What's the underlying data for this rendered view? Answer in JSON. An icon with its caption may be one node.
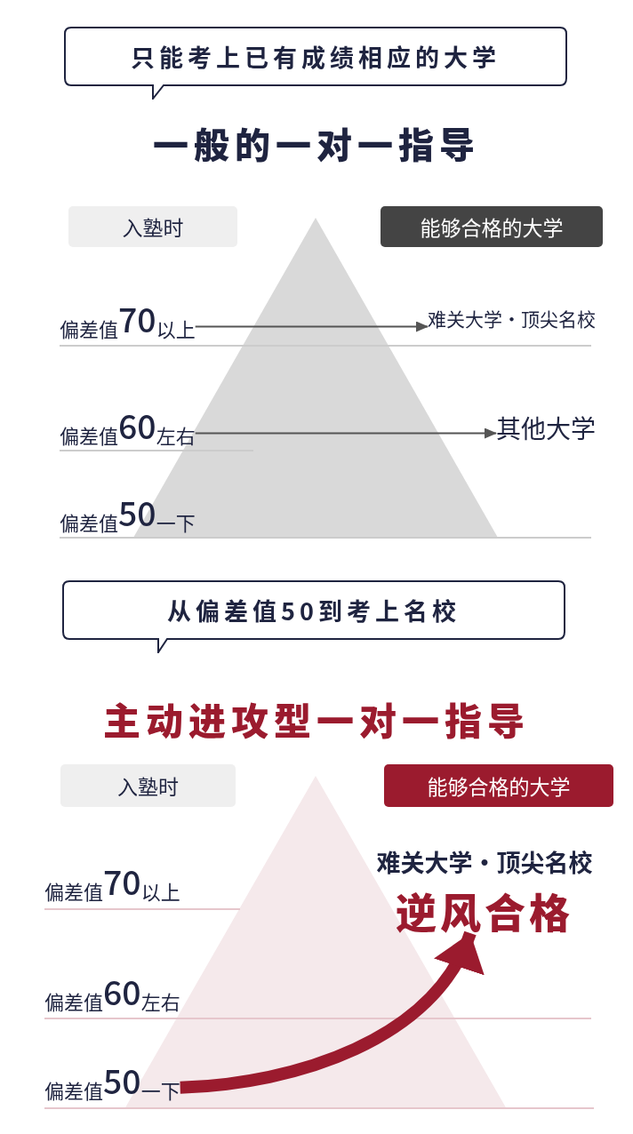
{
  "diagram": {
    "nodes": [
      {
        "text": [
          "只能考上已有成绩相应的大学"
        ]
      },
      {
        "text": [
          "入塾时"
        ]
      },
      {
        "text": [
          "能够合格的大学"
        ]
      },
      {
        "text": [
          "偏差值70以上"
        ]
      },
      {
        "text": [
          "难关大学・顶尖名校"
        ]
      },
      {
        "text": [
          "偏差值60左右"
        ]
      },
      {
        "text": [
          "其他大学"
        ]
      },
      {
        "text": [
          "从偏差值50到考上名校"
        ]
      },
      {
        "text": [
          "入塾时"
        ]
      },
      {
        "text": [
          "能够合格的大学"
        ]
      },
      {
        "text": [
          "偏差值50一下"
        ]
      },
      {
        "text": [
          "难关大学・顶尖名校",
          "逆风合格"
        ]
      }
    ],
    "edges": [
      {
        "from": 3,
        "to": 4,
        "arrow": "to"
      },
      {
        "from": 5,
        "to": 6,
        "arrow": "to"
      },
      {
        "from": 10,
        "to": 11,
        "arrow": "to",
        "style": "thick",
        "color": "#9b1b2e"
      }
    ],
    "labels": [
      "一般的一对一指导",
      "偏差值50一下",
      "主动进攻型一对一指导",
      "偏差值70以上",
      "偏差值60左右"
    ]
  }
}
